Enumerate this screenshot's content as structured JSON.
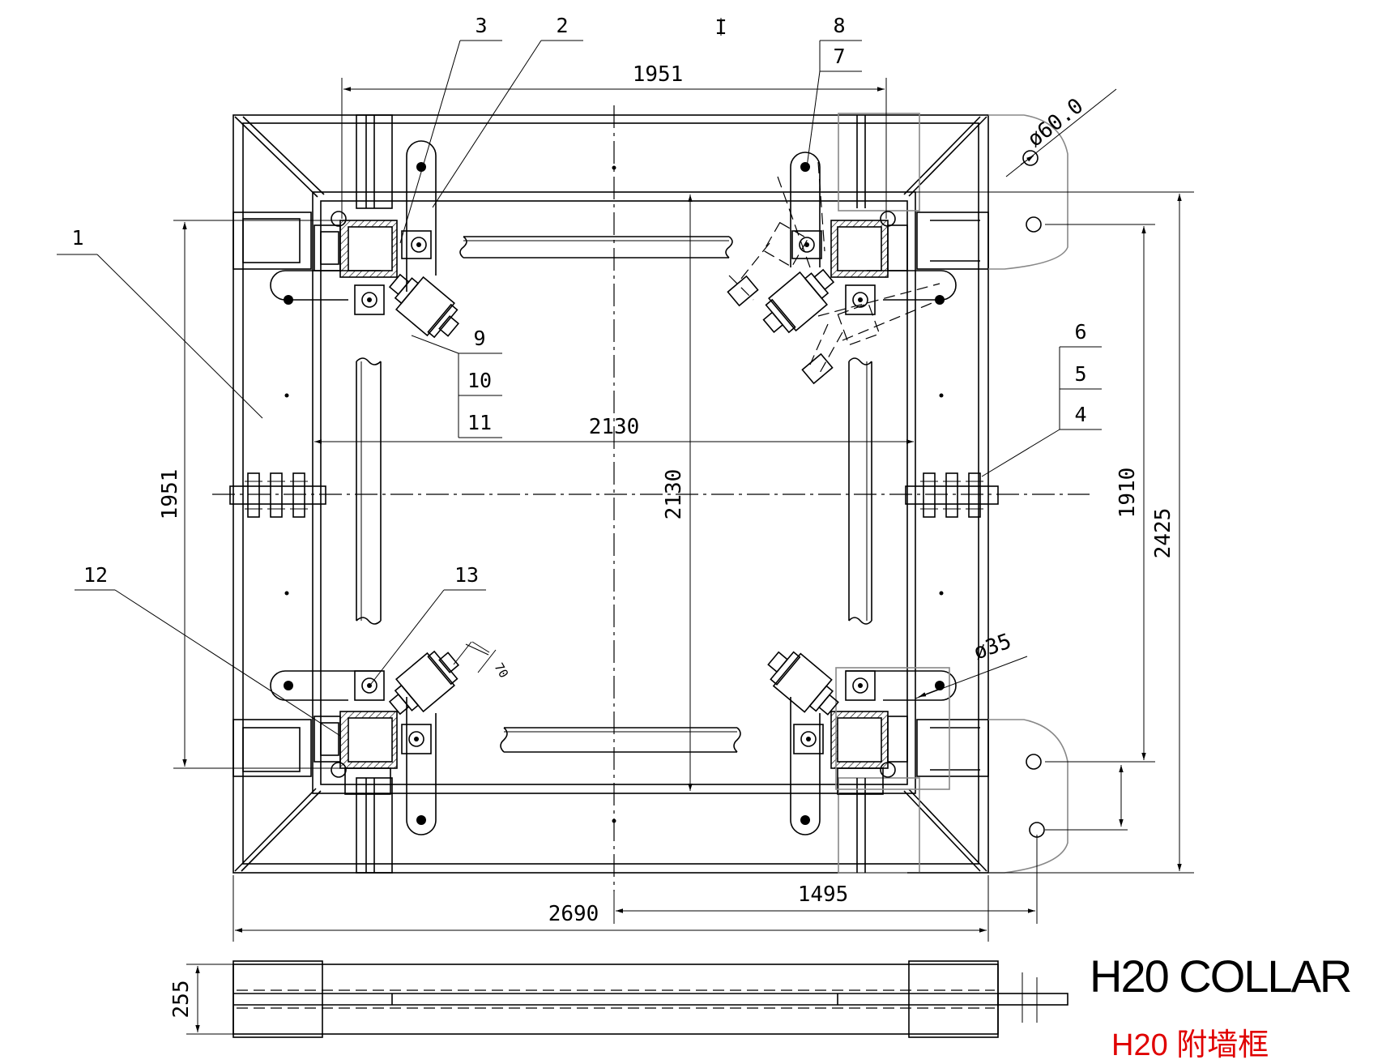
{
  "titles": {
    "english": "H20 COLLAR",
    "chinese": "H20 附墙框",
    "chinese_color": "#e00000"
  },
  "dimensions": {
    "top_width": "1951",
    "left_height": "1951",
    "inner_width": "2130",
    "inner_height": "2130",
    "right_height_inner": "1910",
    "right_height_outer": "2425",
    "bottom_overall": "2690",
    "bottom_offset": "1495",
    "hole_dia_large": "ø60.0",
    "hole_dia_small": "ø35",
    "bracket_angle": "70",
    "section_height": "255",
    "top_mark": "I"
  },
  "part_labels": {
    "p1": "1",
    "p2": "2",
    "p3": "3",
    "p4": "4",
    "p5": "5",
    "p6": "6",
    "p7": "7",
    "p8": "8",
    "p9": "9",
    "p10": "10",
    "p11": "11",
    "p12": "12",
    "p13": "13"
  }
}
